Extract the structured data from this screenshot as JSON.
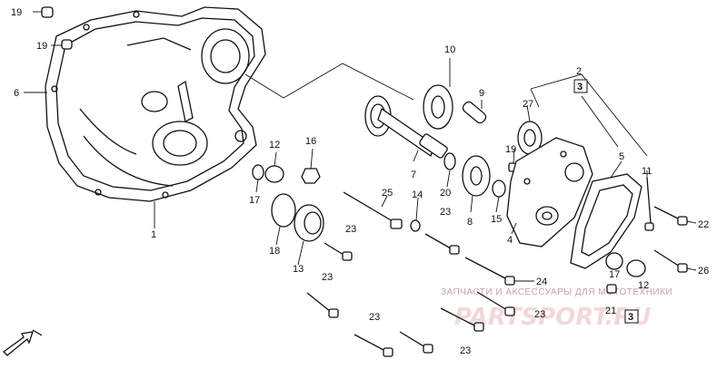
{
  "diagram": {
    "callouts": {
      "p1": "1",
      "p2": "2",
      "p3a": "3",
      "p3b": "3",
      "p4": "4",
      "p5": "5",
      "p6": "6",
      "p7": "7",
      "p8": "8",
      "p9": "9",
      "p10": "10",
      "p11": "11",
      "p12a": "12",
      "p12b": "12",
      "p13": "13",
      "p14": "14",
      "p15": "15",
      "p16": "16",
      "p17a": "17",
      "p17b": "17",
      "p18": "18",
      "p19a": "19",
      "p19b": "19",
      "p19c": "19",
      "p20": "20",
      "p21": "21",
      "p22": "22",
      "p23a": "23",
      "p23b": "23",
      "p23c": "23",
      "p23d": "23",
      "p23e": "23",
      "p23f": "23",
      "p24": "24",
      "p25": "25",
      "p26": "26",
      "p27": "27"
    }
  },
  "watermark": {
    "caption": "ЗАПЧАСТИ И АКСЕССУАРЫ ДЛЯ МОТОТЕХНИКИ",
    "logo": "PARTSPORT.RU"
  },
  "colors": {
    "line": "#111111",
    "watermark": "#e8bcbc"
  }
}
